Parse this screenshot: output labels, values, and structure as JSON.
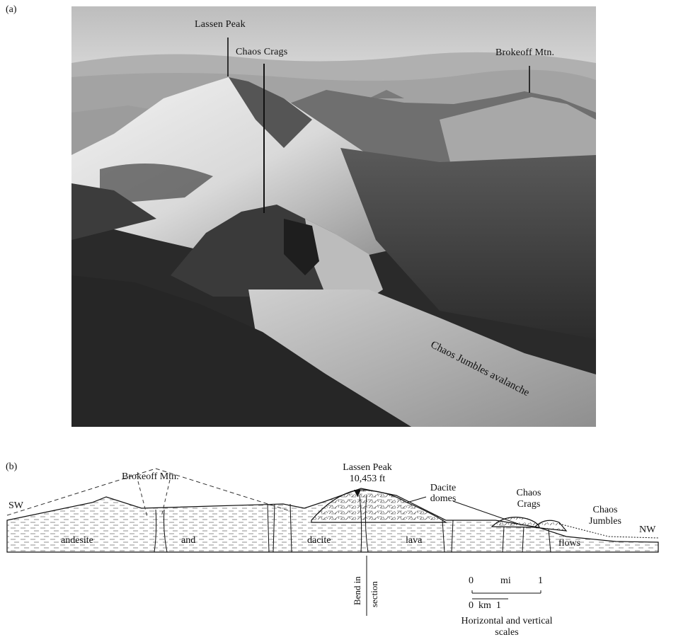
{
  "panel_a": {
    "label": "(a)",
    "photo_labels": {
      "lassen_peak": "Lassen Peak",
      "chaos_crags": "Chaos Crags",
      "brokeoff_mtn": "Brokeoff Mtn.",
      "chaos_jumbles_avalanche": "Chaos Jumbles avalanche"
    }
  },
  "panel_b": {
    "label": "(b)",
    "direction_left": "SW",
    "direction_right": "NW",
    "peaks": {
      "brokeoff_mtn": "Brokeoff Mtn.",
      "lassen_peak": "Lassen Peak",
      "lassen_elevation": "10,453 ft",
      "dacite_domes_line1": "Dacite",
      "dacite_domes_line2": "domes",
      "chaos_crags_line1": "Chaos",
      "chaos_crags_line2": "Crags",
      "chaos_jumbles_line1": "Chaos",
      "chaos_jumbles_line2": "Jumbles"
    },
    "rock_labels": [
      "andesite",
      "and",
      "dacite",
      "lava",
      "flows"
    ],
    "bend_line1": "Bend in",
    "bend_line2": "section",
    "scale": {
      "mi_zero": "0",
      "mi_unit": "mi",
      "mi_one": "1",
      "km_text": "0  km  1",
      "caption_line1": "Horizontal and vertical",
      "caption_line2": "scales"
    }
  }
}
